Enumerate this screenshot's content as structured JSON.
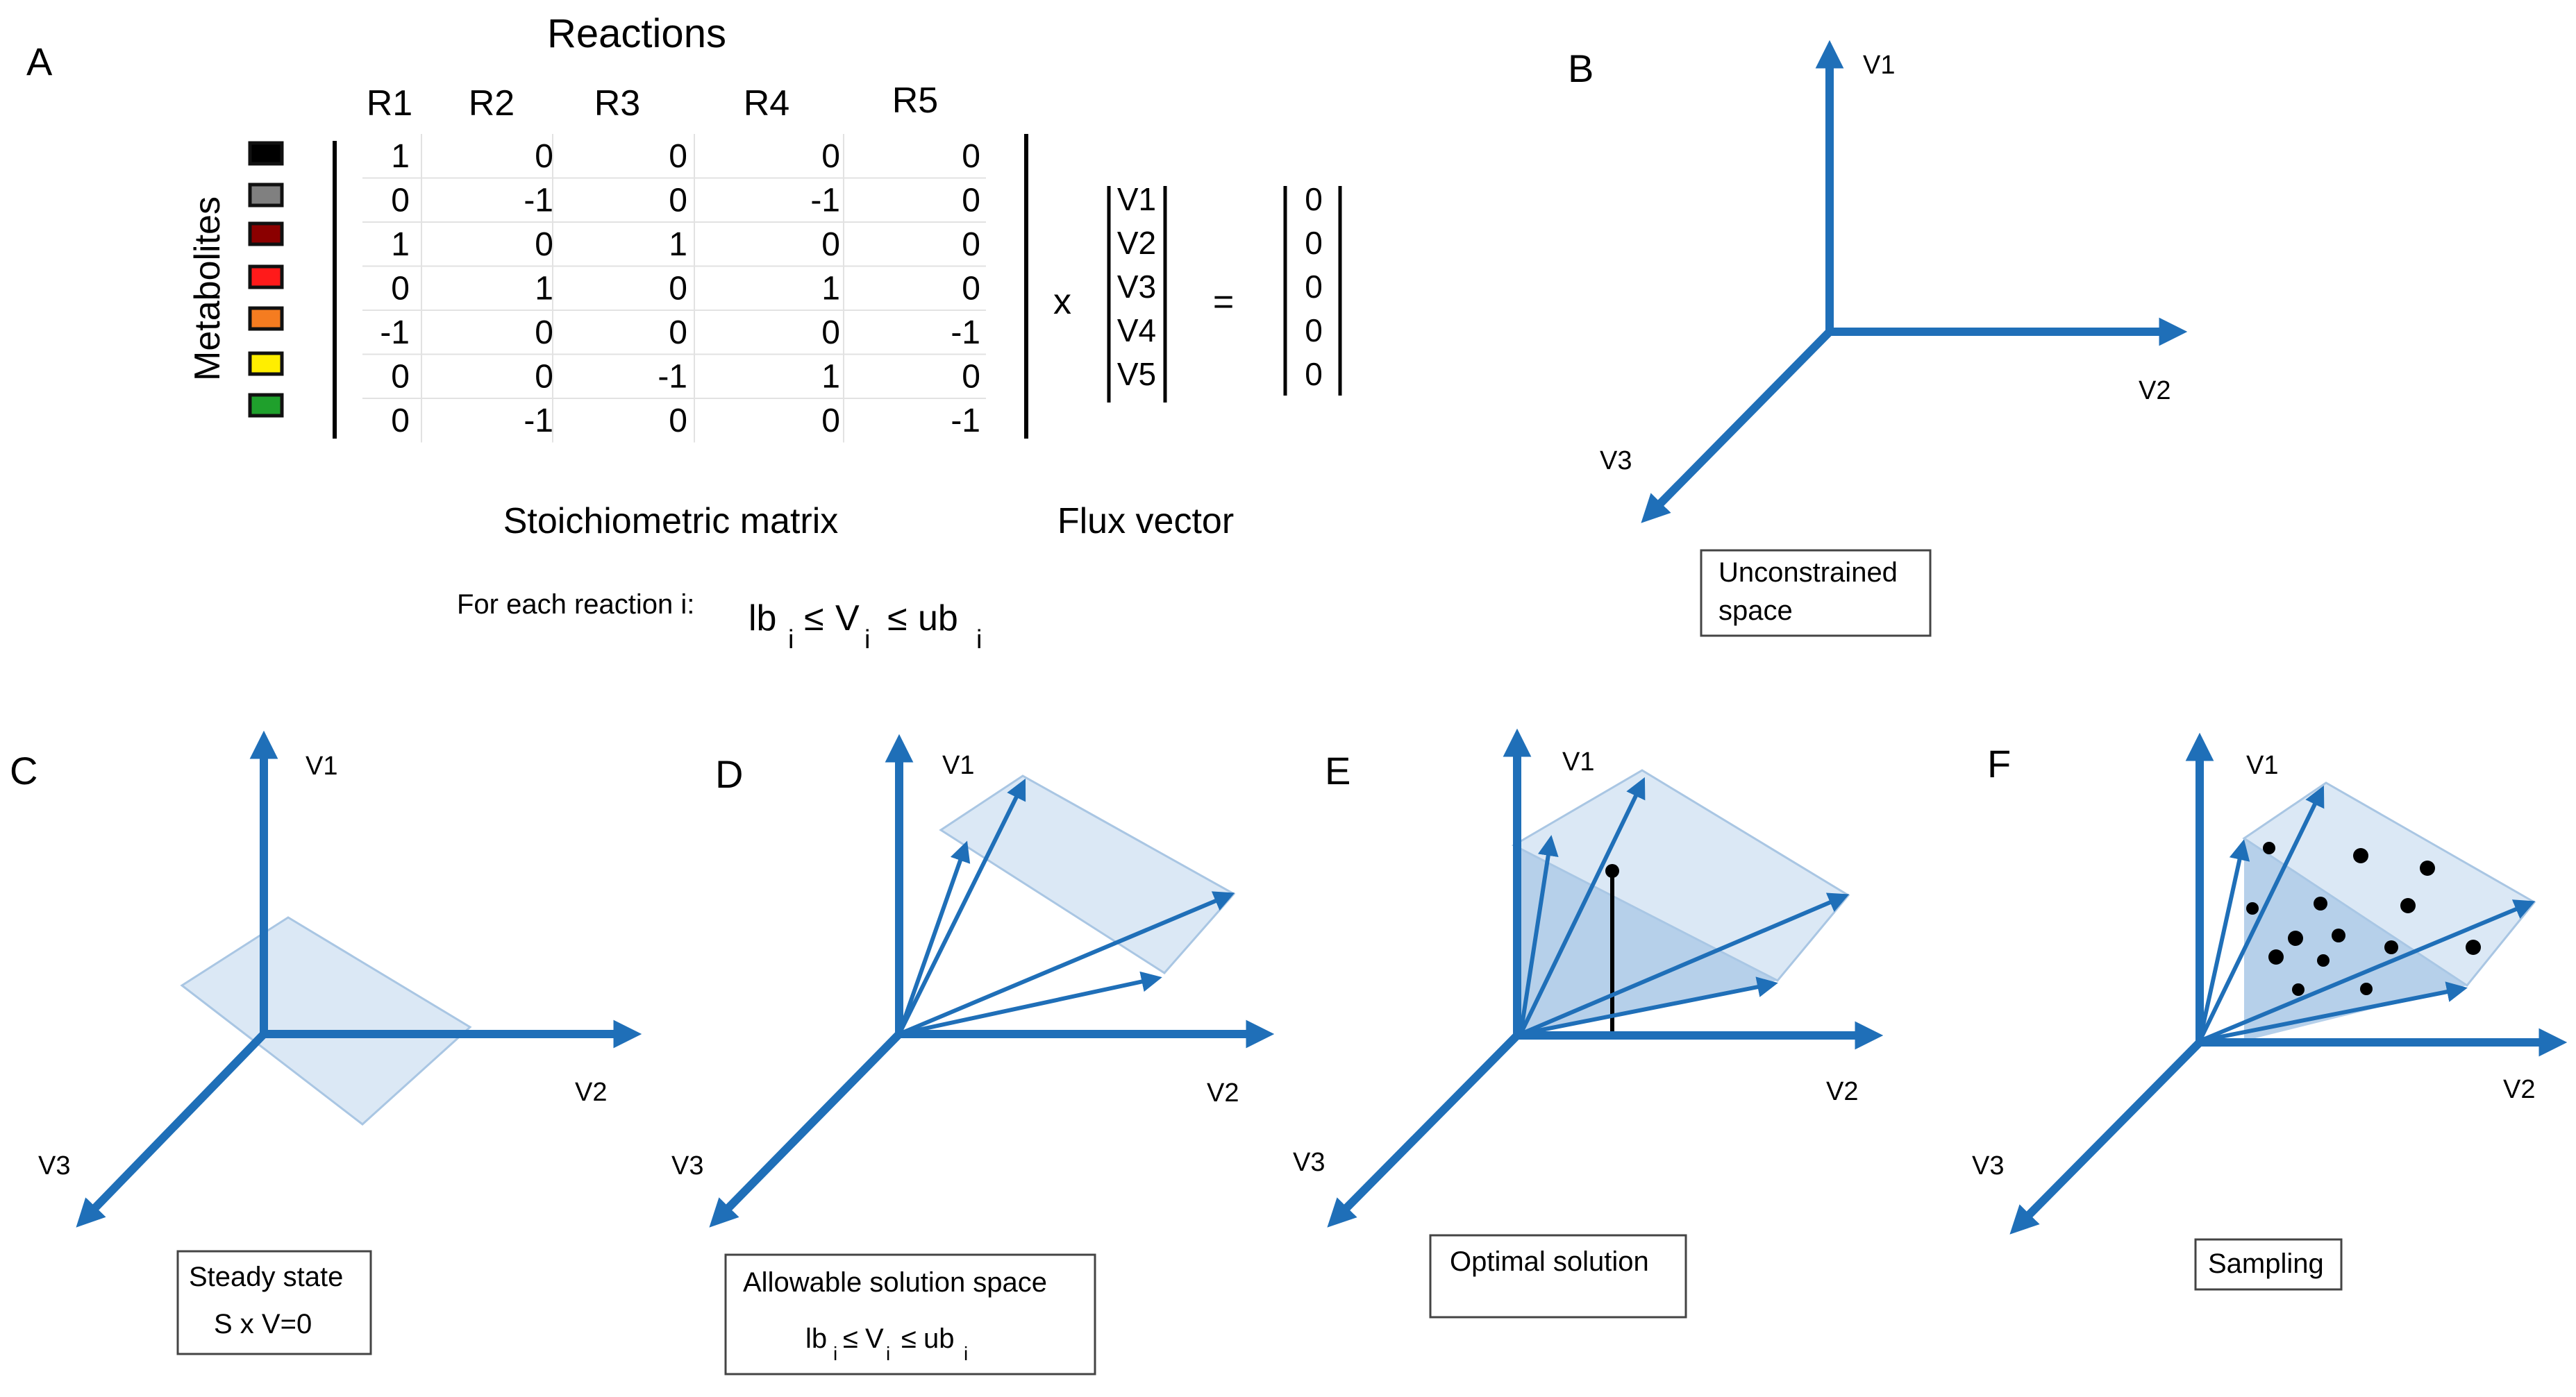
{
  "panelA": {
    "letter": "A",
    "reactions_title": "Reactions",
    "metabolites_label": "Metabolites",
    "columns": [
      "R1",
      "R2",
      "R3",
      "R4",
      "R5"
    ],
    "metabolite_colors": [
      "#000000",
      "#808080",
      "#8b0000",
      "#ff1a1a",
      "#f57c20",
      "#ffee00",
      "#1fa02c"
    ],
    "matrix": [
      [
        "1",
        "0",
        "0",
        "0",
        "0"
      ],
      [
        "0",
        "-1",
        "0",
        "-1",
        "0"
      ],
      [
        "1",
        "0",
        "1",
        "0",
        "0"
      ],
      [
        "0",
        "1",
        "0",
        "1",
        "0"
      ],
      [
        "-1",
        "0",
        "0",
        "0",
        "-1"
      ],
      [
        "0",
        "0",
        "-1",
        "1",
        "0"
      ],
      [
        "0",
        "-1",
        "0",
        "0",
        "-1"
      ]
    ],
    "times": "x",
    "flux": [
      "V1",
      "V2",
      "V3",
      "V4",
      "V5"
    ],
    "equals": "=",
    "zeros": [
      "0",
      "0",
      "0",
      "0",
      "0"
    ],
    "stoich_label": "Stoichiometric matrix",
    "flux_label": "Flux vector",
    "constraint_prefix": "For each reaction i:",
    "constraint": {
      "lb": "lb",
      "v": "V",
      "ub": "ub",
      "sub": "i",
      "leq": "≤"
    }
  },
  "panels": [
    {
      "id": "B",
      "letter": "B",
      "axes": {
        "v1": "V1",
        "v2": "V2",
        "v3": "V3"
      },
      "caption": [
        "Unconstrained",
        "space"
      ]
    },
    {
      "id": "C",
      "letter": "C",
      "axes": {
        "v1": "V1",
        "v2": "V2",
        "v3": "V3"
      },
      "caption": [
        "Steady state",
        "S x V=0"
      ]
    },
    {
      "id": "D",
      "letter": "D",
      "axes": {
        "v1": "V1",
        "v2": "V2",
        "v3": "V3"
      },
      "caption": [
        "Allowable solution space"
      ],
      "caption_formula": {
        "lb": "lb",
        "v": "V",
        "ub": "ub",
        "sub": "i",
        "leq": "≤"
      }
    },
    {
      "id": "E",
      "letter": "E",
      "axes": {
        "v1": "V1",
        "v2": "V2",
        "v3": "V3"
      },
      "caption": [
        "Optimal solution"
      ]
    },
    {
      "id": "F",
      "letter": "F",
      "axes": {
        "v1": "V1",
        "v2": "V2",
        "v3": "V3"
      },
      "caption": [
        "Sampling"
      ]
    }
  ],
  "colors": {
    "axis": "#1f6fb8",
    "plane": "#dbe8f5",
    "plane_stroke": "#a9c6e3",
    "plane_dark": "#a9c8e6"
  }
}
